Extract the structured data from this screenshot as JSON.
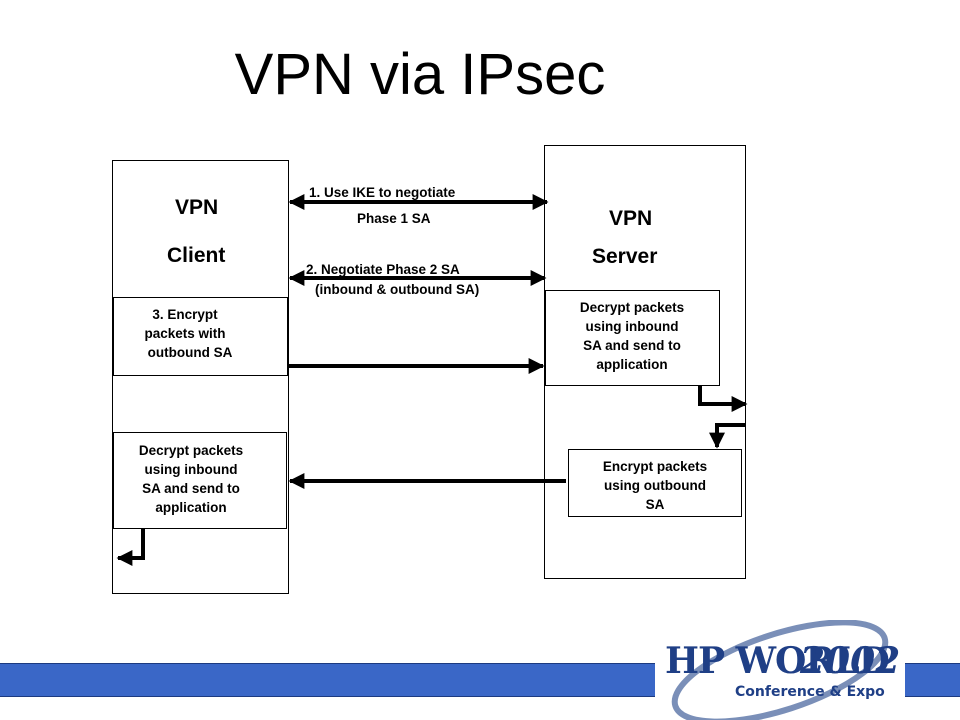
{
  "title": "VPN via IPsec",
  "client": {
    "line1": "VPN",
    "line2": "Client",
    "encrypt_box": [
      "3. Encrypt",
      "packets with",
      "outbound SA"
    ],
    "decrypt_box": [
      "Decrypt packets",
      "using inbound",
      "SA and send to",
      "application"
    ]
  },
  "server": {
    "line1": "VPN",
    "line2": "Server",
    "decrypt_box": [
      "Decrypt packets",
      "using inbound",
      "SA and send to",
      "application"
    ],
    "encrypt_box": [
      "Encrypt packets",
      "using outbound",
      "SA"
    ]
  },
  "steps": {
    "step1_line1": "1. Use IKE to negotiate",
    "step1_line2": "Phase 1 SA",
    "step2_line1": "2. Negotiate Phase 2 SA",
    "step2_line2": "(inbound & outbound SA)"
  },
  "logo": {
    "brand": "HP WORLD",
    "year": "2002",
    "subtitle": "Conference & Expo"
  }
}
